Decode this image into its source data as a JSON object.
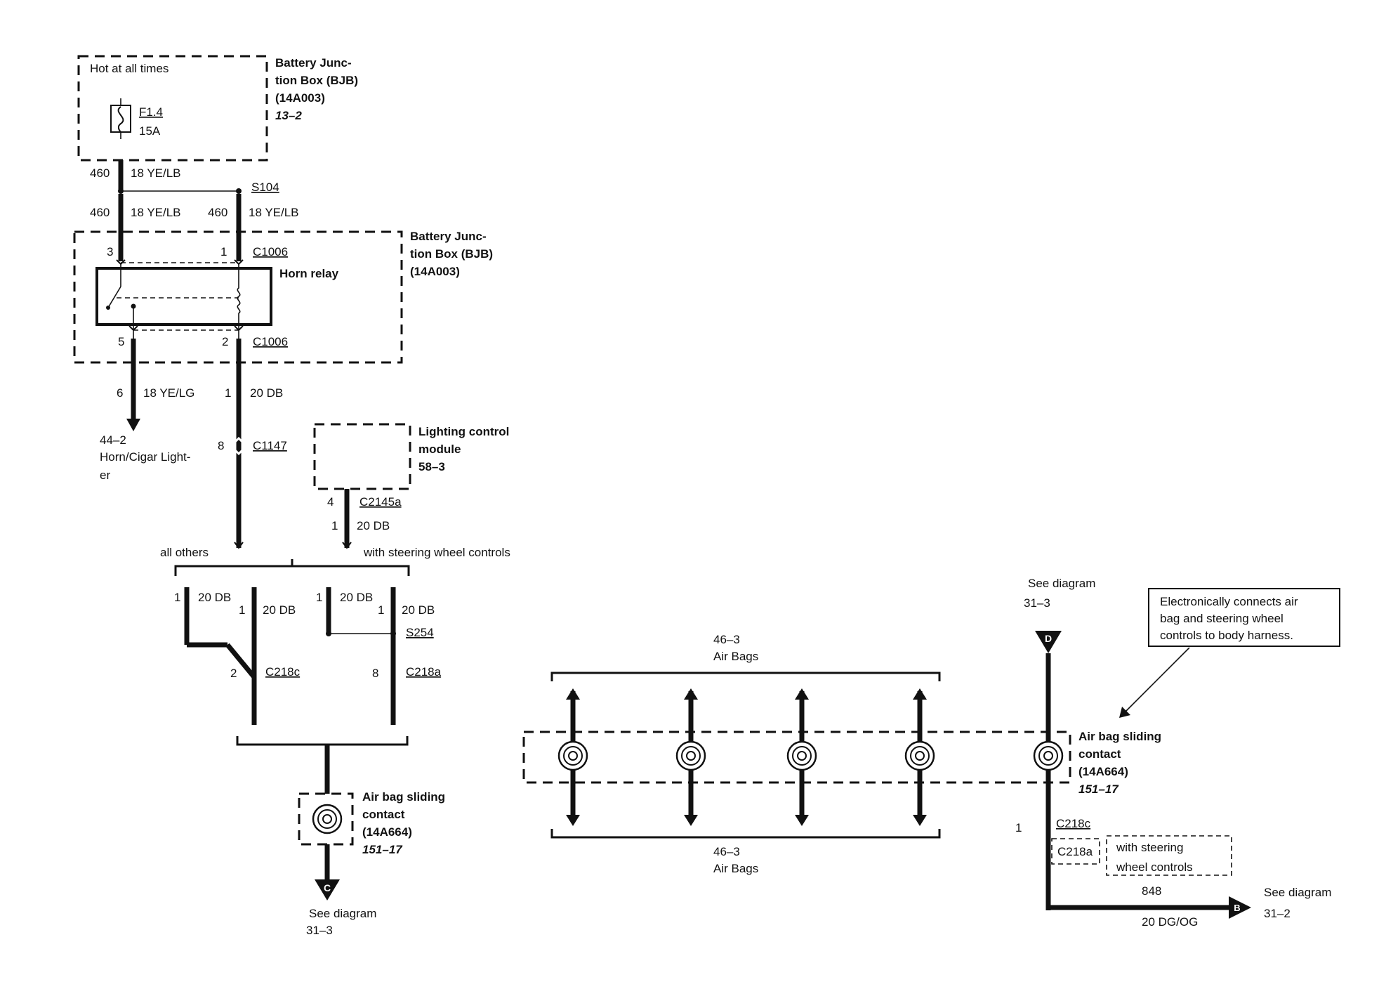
{
  "bjb_top": {
    "hot_label": "Hot at all times",
    "fuse_name": "F1.4",
    "fuse_rating": "15A",
    "title_line1": "Battery Junc-",
    "title_line2": "tion Box (BJB)",
    "title_line3": "(14A003)",
    "ref": "13–2"
  },
  "wire_top": {
    "circuit": "460",
    "gauge": "18 YE/LB"
  },
  "splice_s104": {
    "name": "S104",
    "left": {
      "circuit": "460",
      "gauge": "18 YE/LB"
    },
    "right": {
      "circuit": "460",
      "gauge": "18 YE/LB"
    }
  },
  "bjb_relay": {
    "title_line1": "Battery Junc-",
    "title_line2": "tion Box (BJB)",
    "title_line3": "(14A003)",
    "relay_label": "Horn relay",
    "conn_top": "C1006",
    "conn_bottom": "C1006",
    "pin_3": "3",
    "pin_1": "1",
    "pin_5": "5",
    "pin_2": "2"
  },
  "horn_branch": {
    "pin": "6",
    "gauge": "18 YE/LG",
    "ref": "44–2",
    "label_line1": "Horn/Cigar Light-",
    "label_line2": "er"
  },
  "db_branch": {
    "pin": "1",
    "gauge": "20 DB",
    "conn_pin": "8",
    "conn": "C1147"
  },
  "lighting_module": {
    "title_line1": "Lighting control",
    "title_line2": "module",
    "ref": "58–3",
    "conn_pin": "4",
    "conn": "C2145a",
    "wire_pin": "1",
    "wire_gauge": "20 DB"
  },
  "variants": {
    "left": "all others",
    "right": "with steering wheel controls"
  },
  "c218": {
    "w1_pin": "1",
    "w1_gauge": "20 DB",
    "w2_pin": "1",
    "w2_gauge": "20 DB",
    "w3_pin": "1",
    "w3_gauge": "20 DB",
    "w4_pin": "1",
    "w4_gauge": "20 DB",
    "splice": "S254",
    "c_pin": "2",
    "c_name": "C218c",
    "a_pin": "8",
    "a_name": "C218a"
  },
  "sliding_left": {
    "title_line1": "Air bag sliding",
    "title_line2": "contact",
    "title_line3": "(14A664)",
    "ref": "151–17",
    "marker": "C",
    "see_label": "See diagram",
    "see_ref": "31–3"
  },
  "airbags": {
    "top_ref": "46–3",
    "top_label": "Air Bags",
    "bottom_ref": "46–3",
    "bottom_label": "Air Bags"
  },
  "sliding_right": {
    "title_line1": "Air bag sliding",
    "title_line2": "contact",
    "title_line3": "(14A664)",
    "ref": "151–17",
    "marker_d": "D",
    "see_d_label": "See diagram",
    "see_d_ref": "31–3",
    "note_line1": "Electronically connects air",
    "note_line2": "bag and steering wheel",
    "note_line3": "controls to body harness.",
    "pin": "1",
    "conn1": "C218c",
    "conn2": "C218a",
    "option_line1": "with steering",
    "option_line2": "wheel controls",
    "circuit": "848",
    "gauge": "20 DG/OG",
    "marker_b": "B",
    "see_b_label": "See diagram",
    "see_b_ref": "31–2"
  }
}
